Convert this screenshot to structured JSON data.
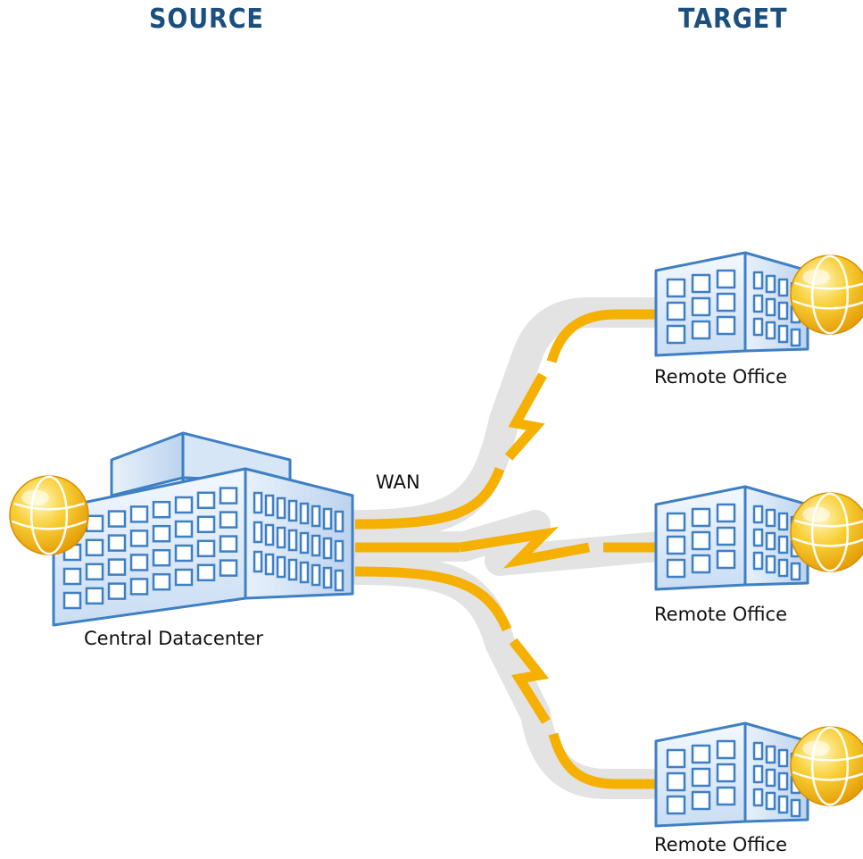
{
  "headers": {
    "source": "SOURCE",
    "target": "TARGET"
  },
  "link_label": "WAN",
  "central": {
    "label": "Central Datacenter"
  },
  "offices": [
    {
      "label": "Remote Office"
    },
    {
      "label": "Remote Office"
    },
    {
      "label": "Remote Office"
    }
  ],
  "colors": {
    "header": "#1b4f7e",
    "link": "#f5b000",
    "link_halo": "#e3e3e3",
    "building_fill": "#dbe9f8",
    "building_stroke": "#3f7fc4",
    "globe": "#f7c21a"
  }
}
